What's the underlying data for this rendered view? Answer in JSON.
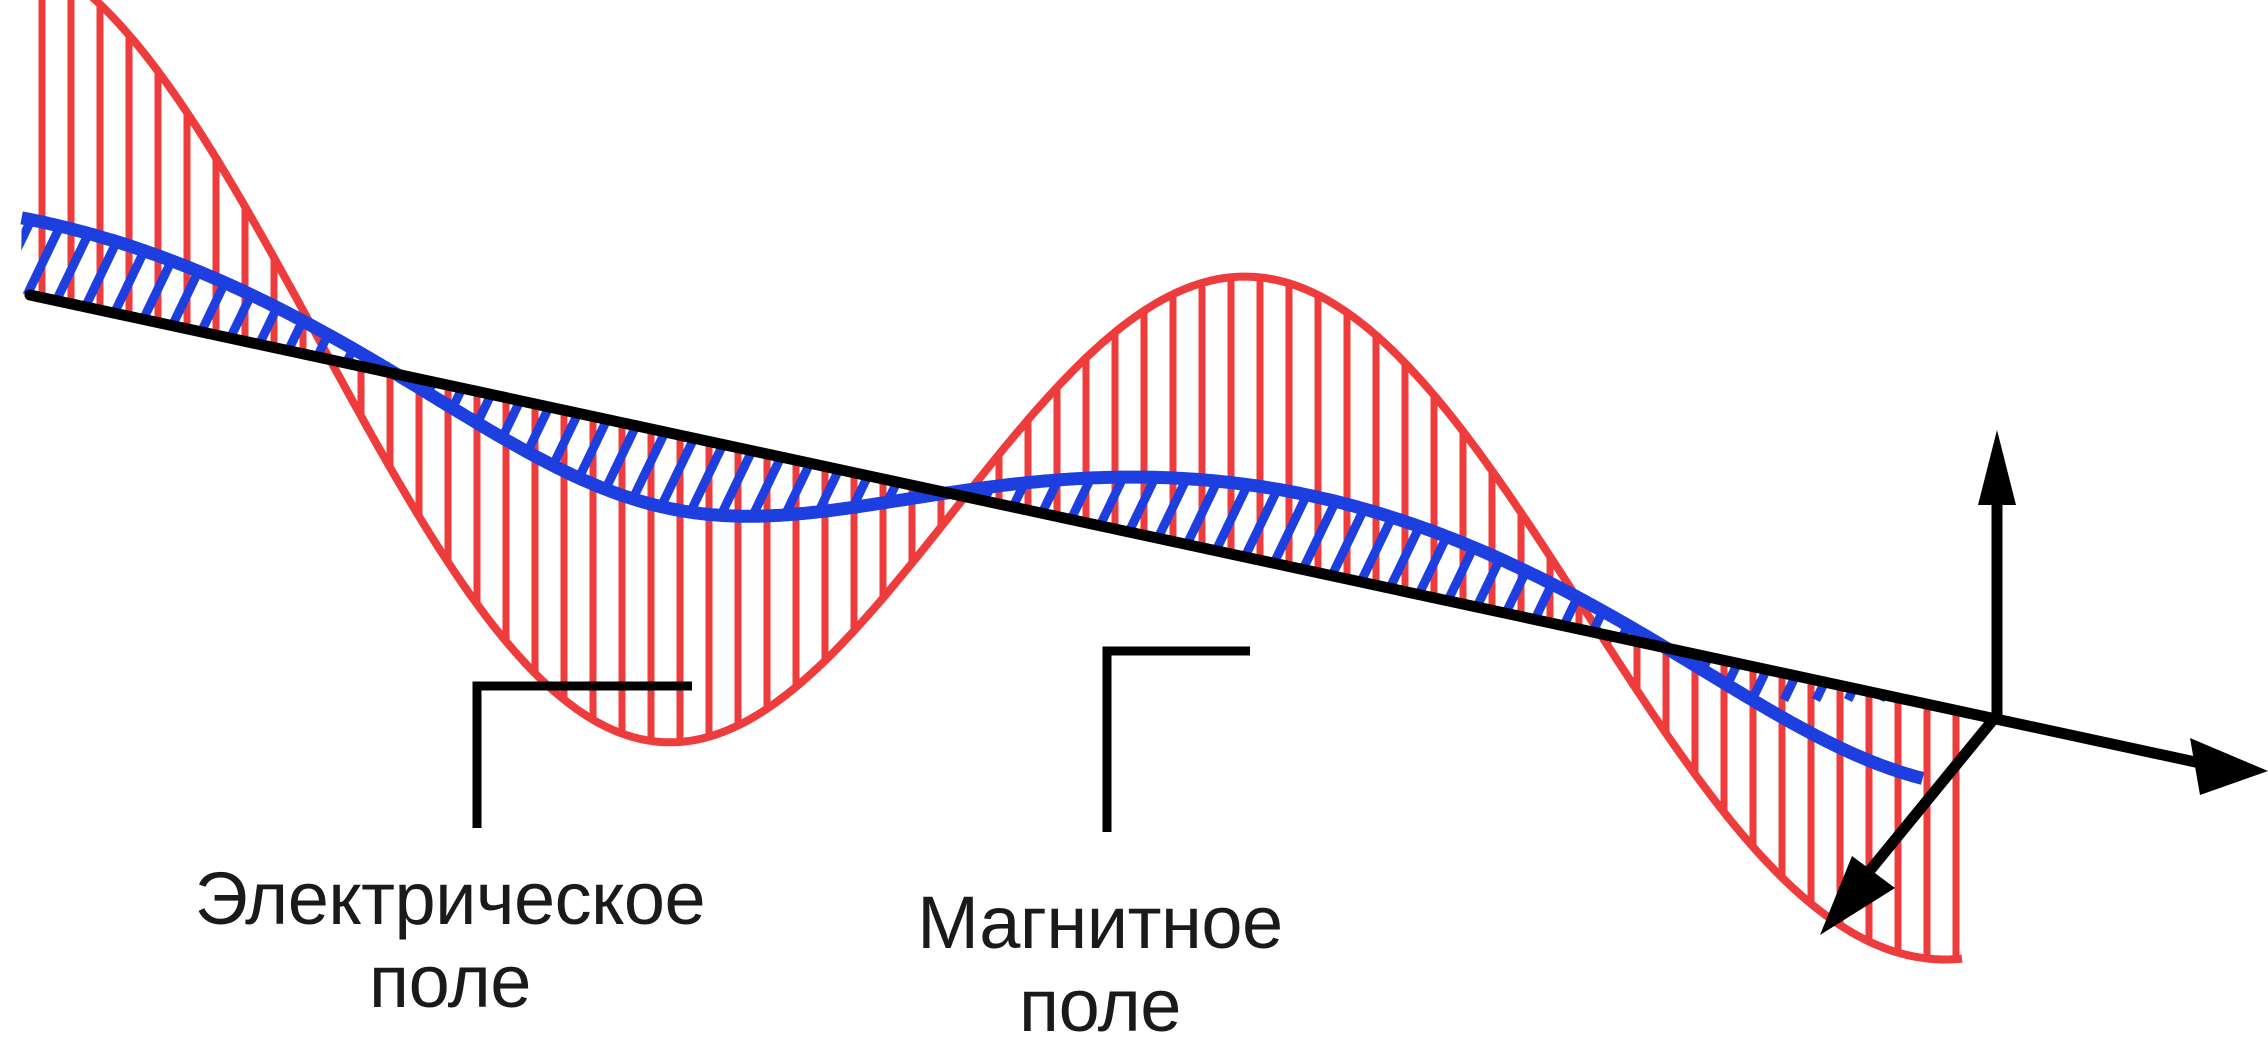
{
  "labels": {
    "electric": {
      "line1": "Электрическое",
      "line2": "поле"
    },
    "magnetic": {
      "line1": "Магнитное",
      "line2": "поле"
    }
  },
  "colors": {
    "electric_field": "#ee3b3b",
    "magnetic_field": "#1d3fe0",
    "axis": "#000000",
    "background": "#ffffff"
  }
}
